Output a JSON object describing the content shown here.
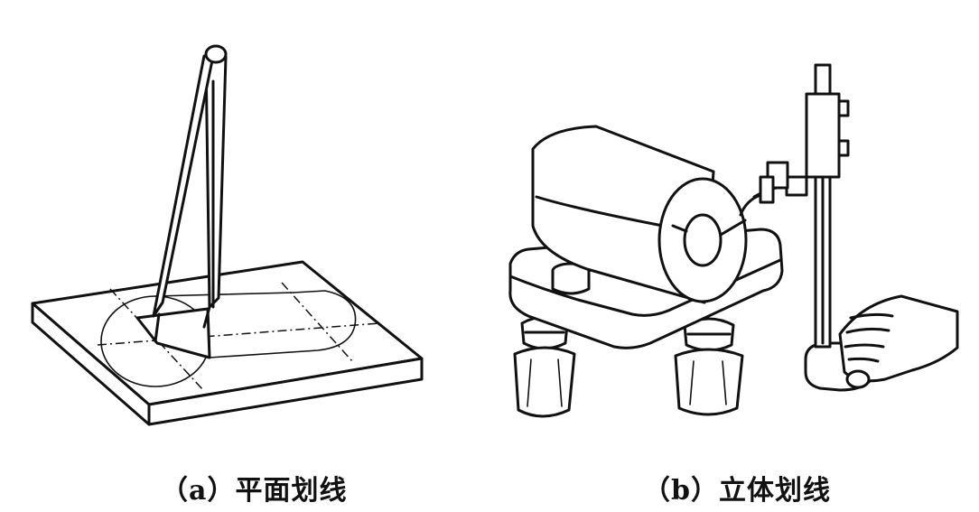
{
  "figure": {
    "captions": [
      {
        "id": "a",
        "text": "（a）平面划线"
      },
      {
        "id": "b",
        "text": "（b）立体划线"
      }
    ],
    "icons": [
      "surface-plate-illustration",
      "scriber-tool-illustration",
      "cylinder-workpiece-illustration",
      "jack-support-illustration",
      "height-gauge-illustration",
      "hand-illustration"
    ]
  }
}
